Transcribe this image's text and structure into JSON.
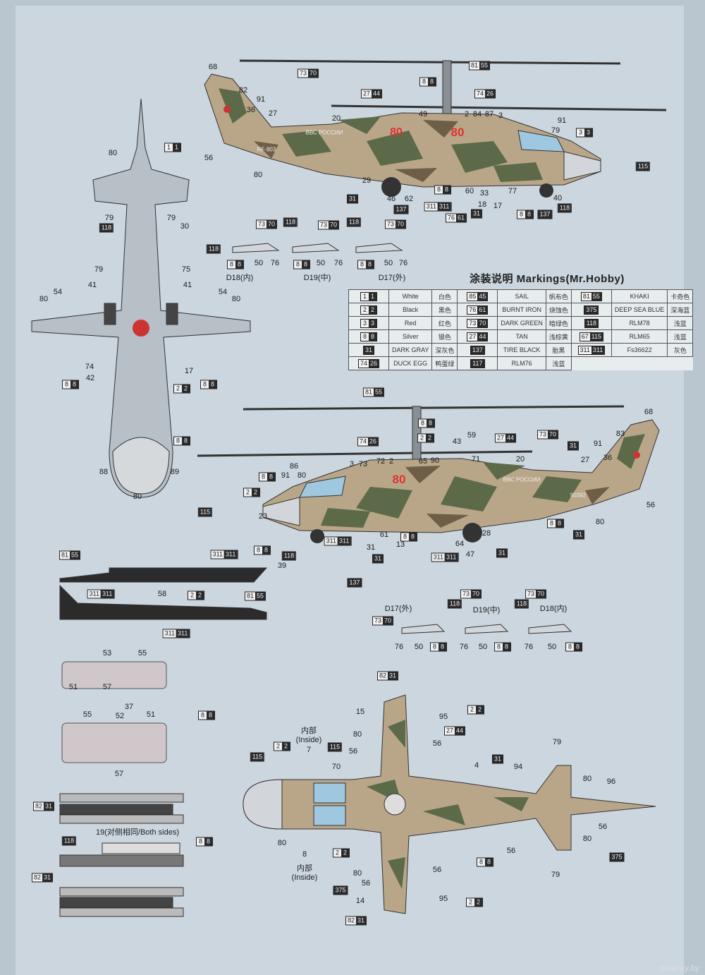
{
  "title": "涂装说明 Markings(Mr.Hobby)",
  "table": [
    [
      {
        "chip": [
          "1",
          "1"
        ],
        "en": "White",
        "zh": "白色"
      },
      {
        "chip": [
          "85",
          "45"
        ],
        "en": "SAIL",
        "zh": "帆布色"
      },
      {
        "chip": [
          "81",
          "55"
        ],
        "en": "KHAKI",
        "zh": "卡奇色"
      }
    ],
    [
      {
        "chip": [
          "2",
          "2"
        ],
        "en": "Black",
        "zh": "黑色"
      },
      {
        "chip": [
          "76",
          "61"
        ],
        "en": "BURNT IRON",
        "zh": "烧蚀色"
      },
      {
        "chip": [
          "",
          "375"
        ],
        "en": "DEEP SEA BLUE",
        "zh": "深海蓝"
      }
    ],
    [
      {
        "chip": [
          "3",
          "3"
        ],
        "en": "Red",
        "zh": "红色"
      },
      {
        "chip": [
          "73",
          "70"
        ],
        "en": "DARK GREEN",
        "zh": "暗绿色"
      },
      {
        "chip": [
          "",
          "118"
        ],
        "en": "RLM78",
        "zh": "浅蓝"
      }
    ],
    [
      {
        "chip": [
          "8",
          "8"
        ],
        "en": "Silver",
        "zh": "银色"
      },
      {
        "chip": [
          "27",
          "44"
        ],
        "en": "TAN",
        "zh": "浅棕黄"
      },
      {
        "chip": [
          "67",
          "115"
        ],
        "en": "RLM65",
        "zh": "浅蓝"
      }
    ],
    [
      {
        "chip": [
          "",
          "31"
        ],
        "en": "DARK GRAY",
        "zh": "深灰色"
      },
      {
        "chip": [
          "",
          "137"
        ],
        "en": "TIRE BLACK",
        "zh": "胎黑"
      },
      {
        "chip": [
          "311",
          "311"
        ],
        "en": "Fs36622",
        "zh": "灰色"
      }
    ],
    [
      {
        "chip": [
          "74",
          "26"
        ],
        "en": "DUCK EGG",
        "zh": "鸭蛋绿"
      },
      {
        "chip": [
          "",
          "117"
        ],
        "en": "RLM76",
        "zh": "浅蓝"
      }
    ]
  ],
  "fuselage_codes": {
    "side_number": "80",
    "nose_number": "80",
    "inscription": "ВВС РОССИИ",
    "reg_left": "RF-903",
    "reg_right": "90392"
  },
  "notes": {
    "inside_1": "内部\n(Inside)",
    "inside_2": "内部\n(Inside)",
    "both_sides": "19(对侧相同/Both sides)"
  },
  "watermark": "www.ay.by",
  "callouts": [
    "68",
    "82",
    "91",
    "36",
    "27",
    "20",
    "49",
    "2",
    "84",
    "87",
    "3",
    "91",
    "79",
    "56",
    "80",
    "29",
    "46",
    "62",
    "60",
    "33",
    "18",
    "17",
    "77",
    "40",
    "80",
    "79",
    "79",
    "30",
    "79",
    "75",
    "41",
    "41",
    "54",
    "54",
    "80",
    "80",
    "74",
    "42",
    "17",
    "88",
    "89",
    "80",
    "50",
    "76",
    "D18(内)",
    "50",
    "76",
    "D19(中)",
    "50",
    "76",
    "D17(外)",
    "68",
    "83",
    "59",
    "43",
    "91",
    "71",
    "20",
    "27",
    "36",
    "86",
    "3",
    "73",
    "72",
    "2",
    "65",
    "90",
    "91",
    "80",
    "23",
    "61",
    "13",
    "31",
    "28",
    "64",
    "47",
    "39",
    "56",
    "80",
    "58",
    "D17(外)",
    "D19(中)",
    "D18(内)",
    "76",
    "50",
    "76",
    "50",
    "76",
    "50",
    "53",
    "55",
    "51",
    "57",
    "55",
    "52",
    "37",
    "51",
    "57",
    "15",
    "95",
    "80",
    "56",
    "56",
    "70",
    "7",
    "4",
    "94",
    "79",
    "80",
    "96",
    "56",
    "80",
    "56",
    "79",
    "80",
    "8",
    "56",
    "80",
    "14",
    "95",
    "56"
  ],
  "chips": [
    [
      "81",
      "55"
    ],
    [
      "73",
      "70"
    ],
    [
      "8",
      "8"
    ],
    [
      "27",
      "44"
    ],
    [
      "74",
      "26"
    ],
    [
      "1",
      "1"
    ],
    [
      "3",
      "3"
    ],
    [
      "",
      "115"
    ],
    [
      "",
      "31"
    ],
    [
      "8",
      "8"
    ],
    [
      "",
      "137"
    ],
    [
      "311",
      "311"
    ],
    [
      "",
      "31"
    ],
    [
      "76",
      "61"
    ],
    [
      "8",
      "8"
    ],
    [
      "",
      "137"
    ],
    [
      "",
      "118"
    ],
    [
      "",
      "118"
    ],
    [
      "",
      "118"
    ],
    [
      "73",
      "70"
    ],
    [
      "",
      "118"
    ],
    [
      "73",
      "70"
    ],
    [
      "",
      "118"
    ],
    [
      "73",
      "70"
    ],
    [
      "8",
      "8"
    ],
    [
      "8",
      "8"
    ],
    [
      "8",
      "8"
    ],
    [
      "8",
      "8"
    ],
    [
      "8",
      "8"
    ],
    [
      "2",
      "2"
    ],
    [
      "8",
      "8"
    ],
    [
      "81",
      "55"
    ],
    [
      "8",
      "8"
    ],
    [
      "74",
      "26"
    ],
    [
      "2",
      "2"
    ],
    [
      "27",
      "44"
    ],
    [
      "73",
      "70"
    ],
    [
      "",
      "31"
    ],
    [
      "8",
      "8"
    ],
    [
      "2",
      "2"
    ],
    [
      "",
      "115"
    ],
    [
      "8",
      "8"
    ],
    [
      "",
      "31"
    ],
    [
      "8",
      "8"
    ],
    [
      "",
      "118"
    ],
    [
      "311",
      "311"
    ],
    [
      "8",
      "8"
    ],
    [
      "",
      "31"
    ],
    [
      "311",
      "311"
    ],
    [
      "",
      "31"
    ],
    [
      "",
      "137"
    ],
    [
      "81",
      "55"
    ],
    [
      "311",
      "311"
    ],
    [
      "311",
      "311"
    ],
    [
      "2",
      "2"
    ],
    [
      "81",
      "55"
    ],
    [
      "311",
      "311"
    ],
    [
      "73",
      "70"
    ],
    [
      "",
      "118"
    ],
    [
      "73",
      "70"
    ],
    [
      "",
      "118"
    ],
    [
      "73",
      "70"
    ],
    [
      "8",
      "8"
    ],
    [
      "8",
      "8"
    ],
    [
      "8",
      "8"
    ],
    [
      "8",
      "8"
    ],
    [
      "82",
      "31"
    ],
    [
      "2",
      "2"
    ],
    [
      "27",
      "44"
    ],
    [
      "",
      "31"
    ],
    [
      "2",
      "2"
    ],
    [
      "",
      "115"
    ],
    [
      "",
      "115"
    ],
    [
      "2",
      "2"
    ],
    [
      "",
      "375"
    ],
    [
      "8",
      "8"
    ],
    [
      "2",
      "2"
    ],
    [
      "",
      "375"
    ],
    [
      "82",
      "31"
    ],
    [
      "82",
      "31"
    ],
    [
      "",
      "118"
    ],
    [
      "8",
      "8"
    ],
    [
      "82",
      "31"
    ]
  ]
}
